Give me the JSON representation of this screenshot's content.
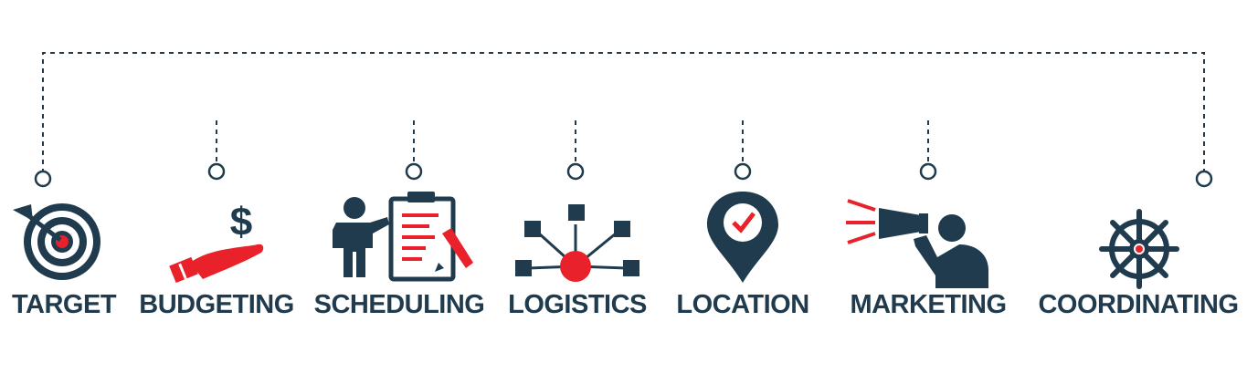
{
  "colors": {
    "navy": "#1f3b4d",
    "red": "#e8212a"
  },
  "items": [
    {
      "label": "TARGET",
      "icon": "target-icon"
    },
    {
      "label": "BUDGETING",
      "icon": "hand-dollar-icon"
    },
    {
      "label": "SCHEDULING",
      "icon": "person-clipboard-icon"
    },
    {
      "label": "LOGISTICS",
      "icon": "network-nodes-icon"
    },
    {
      "label": "LOCATION",
      "icon": "map-pin-check-icon"
    },
    {
      "label": "MARKETING",
      "icon": "megaphone-person-icon"
    },
    {
      "label": "COORDINATING",
      "icon": "ship-wheel-icon"
    }
  ]
}
